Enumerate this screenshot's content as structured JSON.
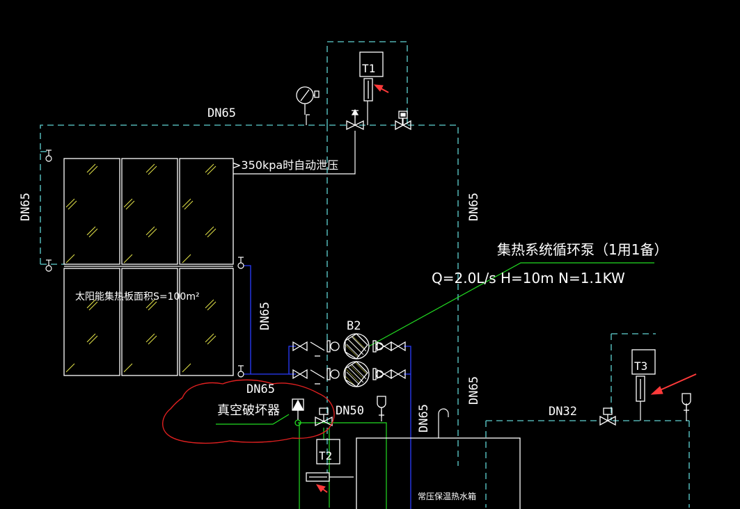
{
  "colors": {
    "background": "#000000",
    "pipe_hot": "#5fd3d3",
    "pipe_blue": "#2a3cff",
    "pipe_green": "#22dd22",
    "panel": "#ffffff",
    "hatch": "#e6e64a",
    "cloud": "#e02020",
    "arrow": "#ff3a3a"
  },
  "labels": {
    "dn65_top": "DN65",
    "dn65_left": "DN65",
    "dn65_right_upper": "DN65",
    "dn65_blue": "DN65",
    "dn65_bottom": "DN65",
    "dn65_tank": "DN65",
    "dn65_right_lower": "DN65",
    "dn50": "DN50",
    "dn32": "DN32",
    "relief_note": ">350kpa时自动泄压",
    "collector_area": "太阳能集热板面积S=100m²",
    "pump_title": "集热系统循环泵（1用1备）",
    "pump_spec": "Q=2.0L/s  H=10m  N=1.1KW",
    "pump_tag": "B2",
    "vacuum_breaker": "真空破坏器",
    "tank": "常压保温热水箱",
    "t1": "T1",
    "t2": "T2",
    "t3": "T3"
  },
  "icons": [
    "pressure-gauge-icon",
    "gate-valve-icon",
    "solenoid-valve-icon",
    "pump-icon",
    "check-valve-icon",
    "air-vent-icon",
    "temperature-sensor-icon",
    "red-arrow-icon"
  ]
}
